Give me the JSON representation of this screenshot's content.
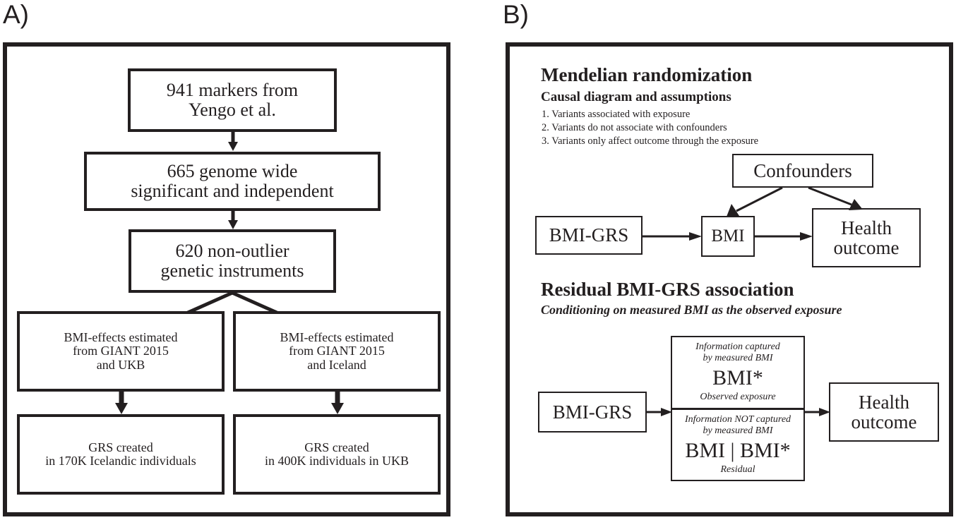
{
  "figure": {
    "panels": [
      {
        "id": "A",
        "label": "A)"
      },
      {
        "id": "B",
        "label": "B)"
      }
    ]
  },
  "panel_a": {
    "label": "A)",
    "boxes": [
      {
        "name": "markers-box",
        "lines": [
          "941 markers from",
          "Yengo et al."
        ]
      },
      {
        "name": "genomewide-box",
        "lines": [
          "665 genome wide",
          "significant and independent"
        ]
      },
      {
        "name": "instruments-box",
        "lines": [
          "620 non-outlier",
          "genetic instruments"
        ]
      },
      {
        "name": "bmi-effects-left-box",
        "lines": [
          "BMI-effects estimated",
          "from GIANT 2015",
          "and UKB"
        ]
      },
      {
        "name": "bmi-effects-right-box",
        "lines": [
          "BMI-effects estimated",
          "from GIANT 2015",
          "and Iceland"
        ]
      },
      {
        "name": "grs-left-box",
        "lines": [
          "GRS created",
          "in 170K Icelandic individuals"
        ]
      },
      {
        "name": "grs-right-box",
        "lines": [
          "GRS created",
          "in 400K individuals in UKB"
        ]
      }
    ]
  },
  "panel_b": {
    "label": "B)",
    "section_mr": {
      "title": "Mendelian randomization",
      "subtitle": "Causal diagram and assumptions",
      "assumptions": [
        "1. Variants associated with exposure",
        "2. Variants do not associate with confounders",
        "3. Variants only affect outcome through the exposure"
      ],
      "nodes": {
        "grs": "BMI-GRS",
        "bmi": "BMI",
        "confounders": "Confounders",
        "outcome_line1": "Health",
        "outcome_line2": "outcome"
      }
    },
    "section_residual": {
      "title": "Residual BMI-GRS association",
      "subtitle": "Conditioning on measured BMI as the observed exposure",
      "nodes": {
        "grs": "BMI-GRS",
        "captured_caption_line1": "Information captured",
        "captured_caption_line2": "by measured BMI",
        "captured_term": "BMI*",
        "captured_footer": "Observed exposure",
        "notcaptured_caption_line1": "Information NOT captured",
        "notcaptured_caption_line2": "by measured BMI",
        "notcaptured_term": "BMI | BMI*",
        "notcaptured_footer": "Residual",
        "outcome_line1": "Health",
        "outcome_line2": "outcome"
      }
    }
  },
  "colors": {
    "ink": "#231f20",
    "paper": "#ffffff"
  }
}
